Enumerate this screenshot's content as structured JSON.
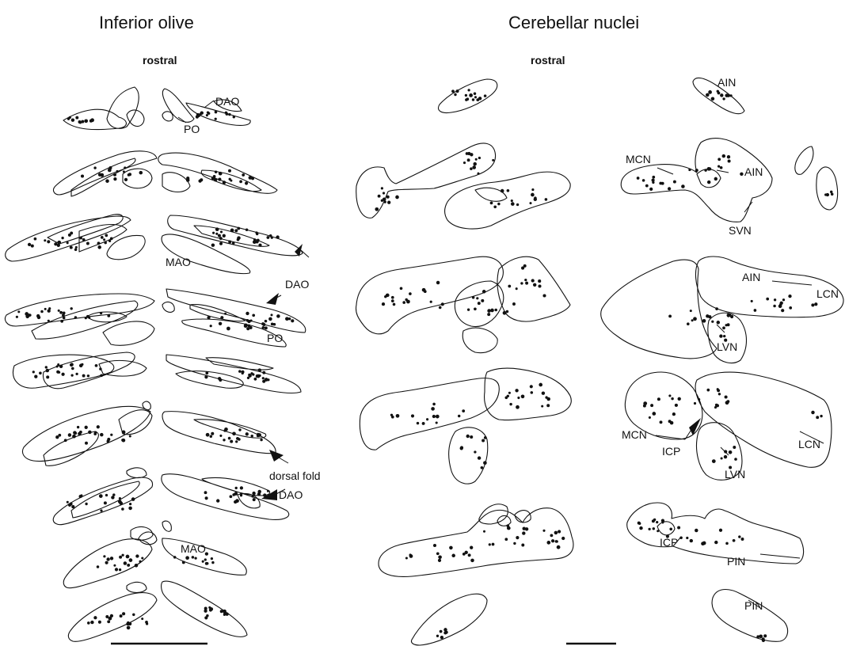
{
  "panels": {
    "left_title": "Inferior olive",
    "right_title": "Cerebellar nuclei",
    "left_orientation": "rostral",
    "right_orientation": "rostral"
  },
  "labels": {
    "dao_1": "DAO",
    "po_1": "PO",
    "mao_1": "MAO",
    "dao_2": "DAO",
    "po_2": "PO",
    "dorsal_fold": "dorsal fold",
    "dao_3": "DAO",
    "mao_2": "MAO",
    "ain_1": "AIN",
    "mcn_1": "MCN",
    "ain_2": "AIN",
    "svn": "SVN",
    "ain_3": "AIN",
    "lcn_1": "LCN",
    "lvn_1": "LVN",
    "mcn_2": "MCN",
    "icp_1": "ICP",
    "lcn_2": "LCN",
    "lvn_2": "LVN",
    "icp_2": "ICP",
    "pin_1": "PIN",
    "pin_2": "PIN"
  }
}
